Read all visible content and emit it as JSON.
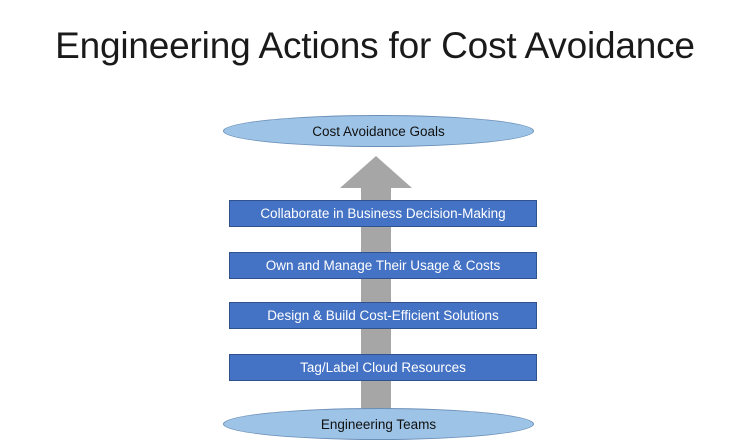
{
  "title": "Engineering Actions for Cost Avoidance",
  "diagram": {
    "goal": "Cost Avoidance Goals",
    "base": "Engineering Teams",
    "actions": [
      "Collaborate in Business Decision-Making",
      "Own and Manage Their Usage & Costs",
      "Design & Build Cost-Efficient Solutions",
      "Tag/Label Cloud Resources"
    ]
  },
  "colors": {
    "bar_fill": "#4472c4",
    "ellipse_fill": "#9dc3e6",
    "arrow_fill": "#a6a6a6"
  }
}
